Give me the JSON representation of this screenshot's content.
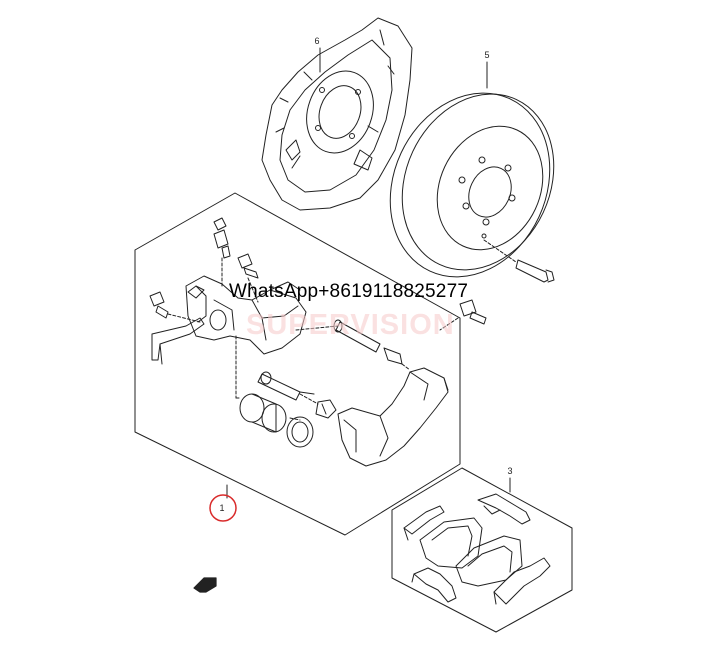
{
  "callouts": {
    "assembly": "1",
    "pad_set": "3",
    "disc": "5",
    "dust_cover": "6"
  },
  "overlay": {
    "contact": "WhatsApp+8619118825277",
    "brand_mark": "SUPERVISION"
  },
  "colors": {
    "line": "#222222",
    "highlight_circle": "#d92b2b",
    "watermark_brand": "#f7caca"
  },
  "icons": {
    "front_arrow": "front-arrow-icon"
  }
}
